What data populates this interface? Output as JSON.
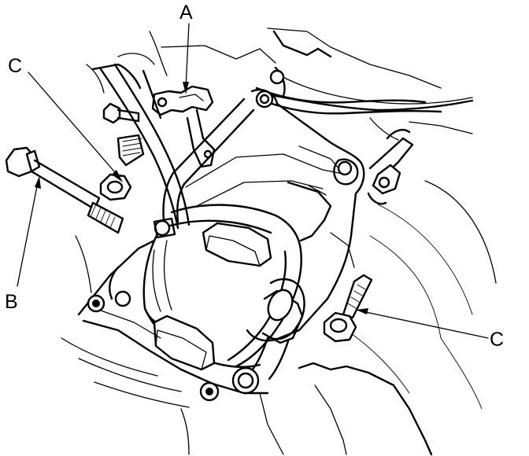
{
  "labels": {
    "a": "A",
    "b": "B",
    "c_left": "C",
    "c_right": "C"
  }
}
